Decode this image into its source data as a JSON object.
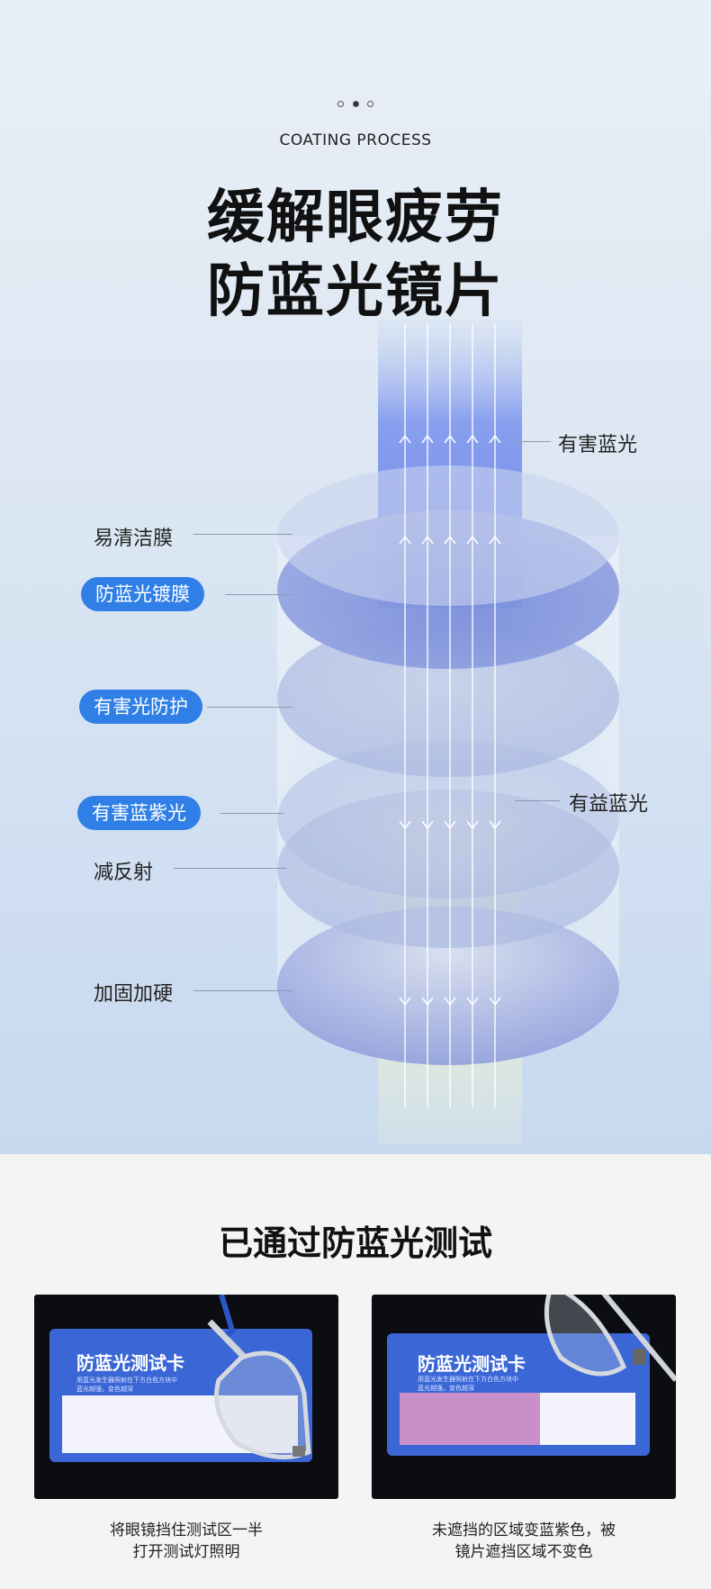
{
  "header": {
    "eyebrow": "COATING PROCESS",
    "title_line1": "缓解眼疲劳",
    "title_line2": "防蓝光镜片"
  },
  "diagram": {
    "harmful_blue": "有害蓝光",
    "beneficial_blue": "有益蓝光",
    "layers": [
      {
        "label": "易清洁膜",
        "highlight": false
      },
      {
        "label": "防蓝光镀膜",
        "highlight": true
      },
      {
        "label": "有害光防护",
        "highlight": true
      },
      {
        "label": "有害蓝紫光",
        "highlight": true
      },
      {
        "label": "减反射",
        "highlight": false
      },
      {
        "label": "加固加硬",
        "highlight": false
      }
    ],
    "pill_color": "#2f7fe6"
  },
  "test": {
    "heading": "已通过防蓝光测试",
    "card_title": "防蓝光测试卡",
    "card_text_line1": "用蓝光发生器照射在下方白色方块中",
    "card_text_line2": "蓝光越强，变色越深",
    "left_caption_line1": "将眼镜挡住测试区一半",
    "left_caption_line2": "打开测试灯照明",
    "right_caption_line1": "未遮挡的区域变蓝紫色，被",
    "right_caption_line2": "镜片遮挡区域不变色"
  }
}
